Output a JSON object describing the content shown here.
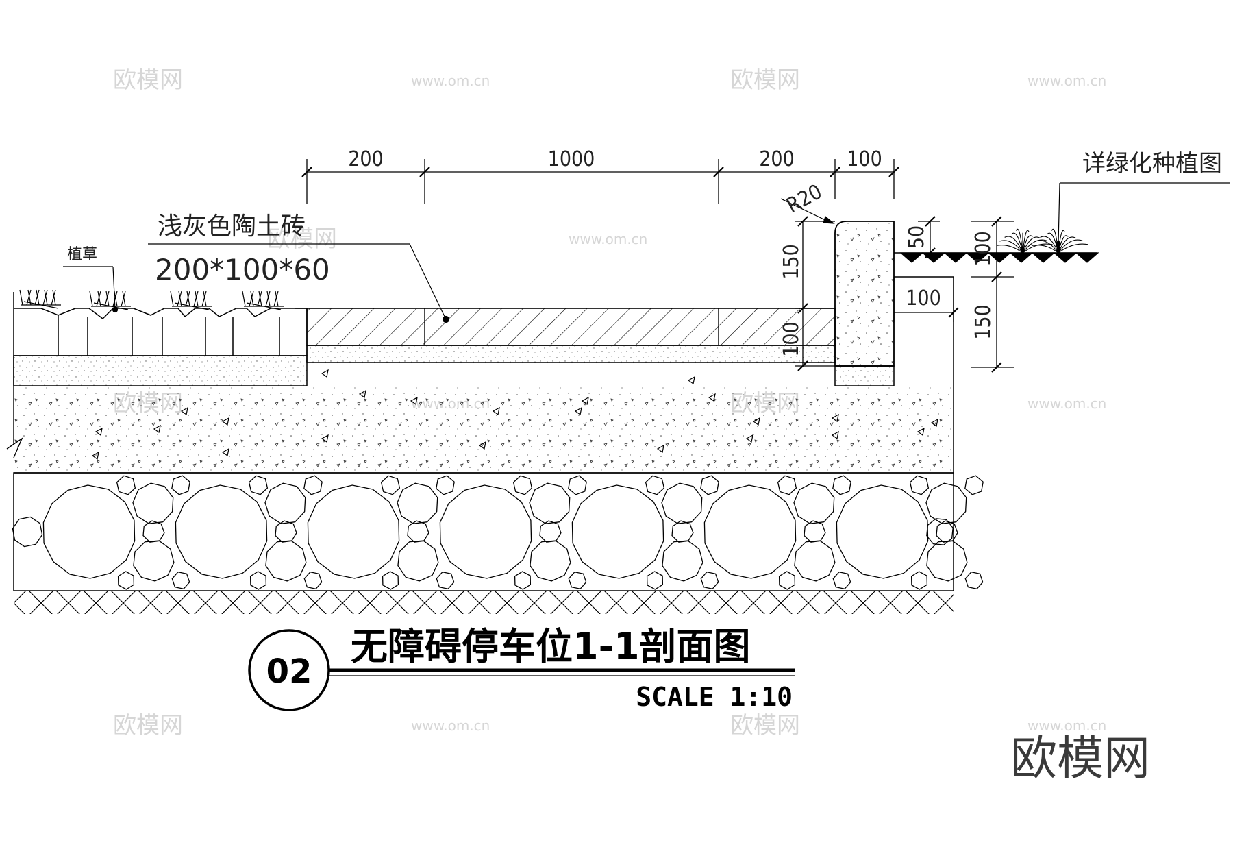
{
  "dimensions": {
    "top": [
      "200",
      "1000",
      "200",
      "100"
    ],
    "radius": "R20",
    "curb_height": "150",
    "paving_height": "100",
    "right_50": "50",
    "right_100": "100",
    "right_100b": "100",
    "right_150": "150"
  },
  "labels": {
    "grass": "植草",
    "paver_name": "浅灰色陶土砖",
    "paver_size": "200*100*60",
    "planting_ref": "详绿化种植图"
  },
  "title": {
    "number": "02",
    "name": "无障碍停车位1-1剖面图",
    "scale": "SCALE 1:10"
  },
  "watermark": {
    "brand": "欧模网",
    "url": "www.om.cn"
  }
}
